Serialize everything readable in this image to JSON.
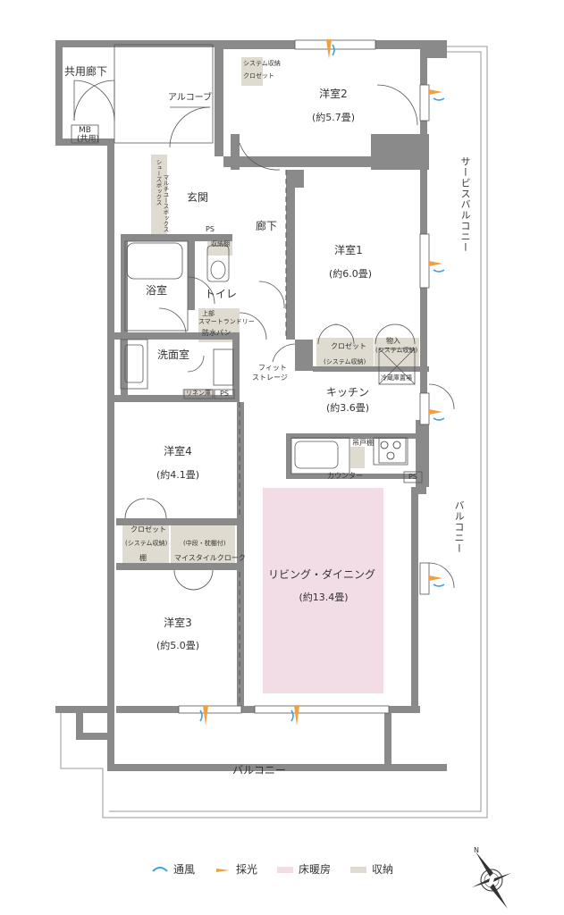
{
  "areas": {
    "common_corridor": "共用廊下",
    "alcove": "アルコーブ",
    "mb_line1": "MB",
    "mb_line2": "(共用)",
    "shoebox": "シューズボックス",
    "multi_storage": "マルチユースボックス",
    "entrance": "玄関",
    "ps": "PS",
    "toilet_shelf": "収納棚",
    "bathroom": "浴室",
    "toilet": "トイレ",
    "corridor": "廊下",
    "western1": "洋室1",
    "western1_size": "(約6.0畳)",
    "western2": "洋室2",
    "western2_size": "(約5.7畳)",
    "w2_closet_top": "システム収納",
    "w2_closet": "クロゼット",
    "service_balcony": "サービスバルコニー",
    "laundry_top": "上部",
    "laundry_smart": "スマートランドリー",
    "waterproof_pan": "防水パン",
    "washroom": "洗面室",
    "linen": "リネン庫",
    "ps2": "PS",
    "fit_storage_1": "フィット",
    "fit_storage_2": "ストレージ",
    "closet1": "クロゼット",
    "closet1_sub": "(システム収納)",
    "storage1": "物入",
    "storage1_sub": "(システム収納)",
    "fridge": "冷蔵庫置場",
    "kitchen": "キッチン",
    "kitchen_size": "(約3.6畳)",
    "hanging_shelf": "吊戸棚",
    "counter": "カウンター",
    "ps3": "PS",
    "western4": "洋室4",
    "western4_size": "(約4.1畳)",
    "closet4": "クロゼット",
    "closet4_sub": "(システム収納)",
    "shelf": "棚",
    "my_style_top": "(中段・枕棚付)",
    "my_style": "マイスタイルクローク",
    "living": "リビング・ダイニング",
    "living_size": "(約13.4畳)",
    "balcony_right": "バルコニー",
    "western3": "洋室3",
    "western3_size": "(約5.0畳)",
    "balcony_bottom": "バルコニー"
  },
  "legend": [
    {
      "icon": "ventilation-icon",
      "label": "通風",
      "color": "#3aa6dd"
    },
    {
      "icon": "daylight-icon",
      "label": "採光",
      "color": "#f0a040"
    },
    {
      "icon": "floor-heating-icon",
      "label": "床暖房",
      "color": "#f2dce6"
    },
    {
      "icon": "storage-icon",
      "label": "収納",
      "color": "#e0dbd0"
    }
  ],
  "compass": {
    "north_label": "N"
  },
  "colors": {
    "wall": "#8a8a8a",
    "floor_heating": "#f2dce6",
    "storage": "#e0dbd0",
    "ventilation": "#3aa6dd",
    "daylight": "#f0a040"
  }
}
